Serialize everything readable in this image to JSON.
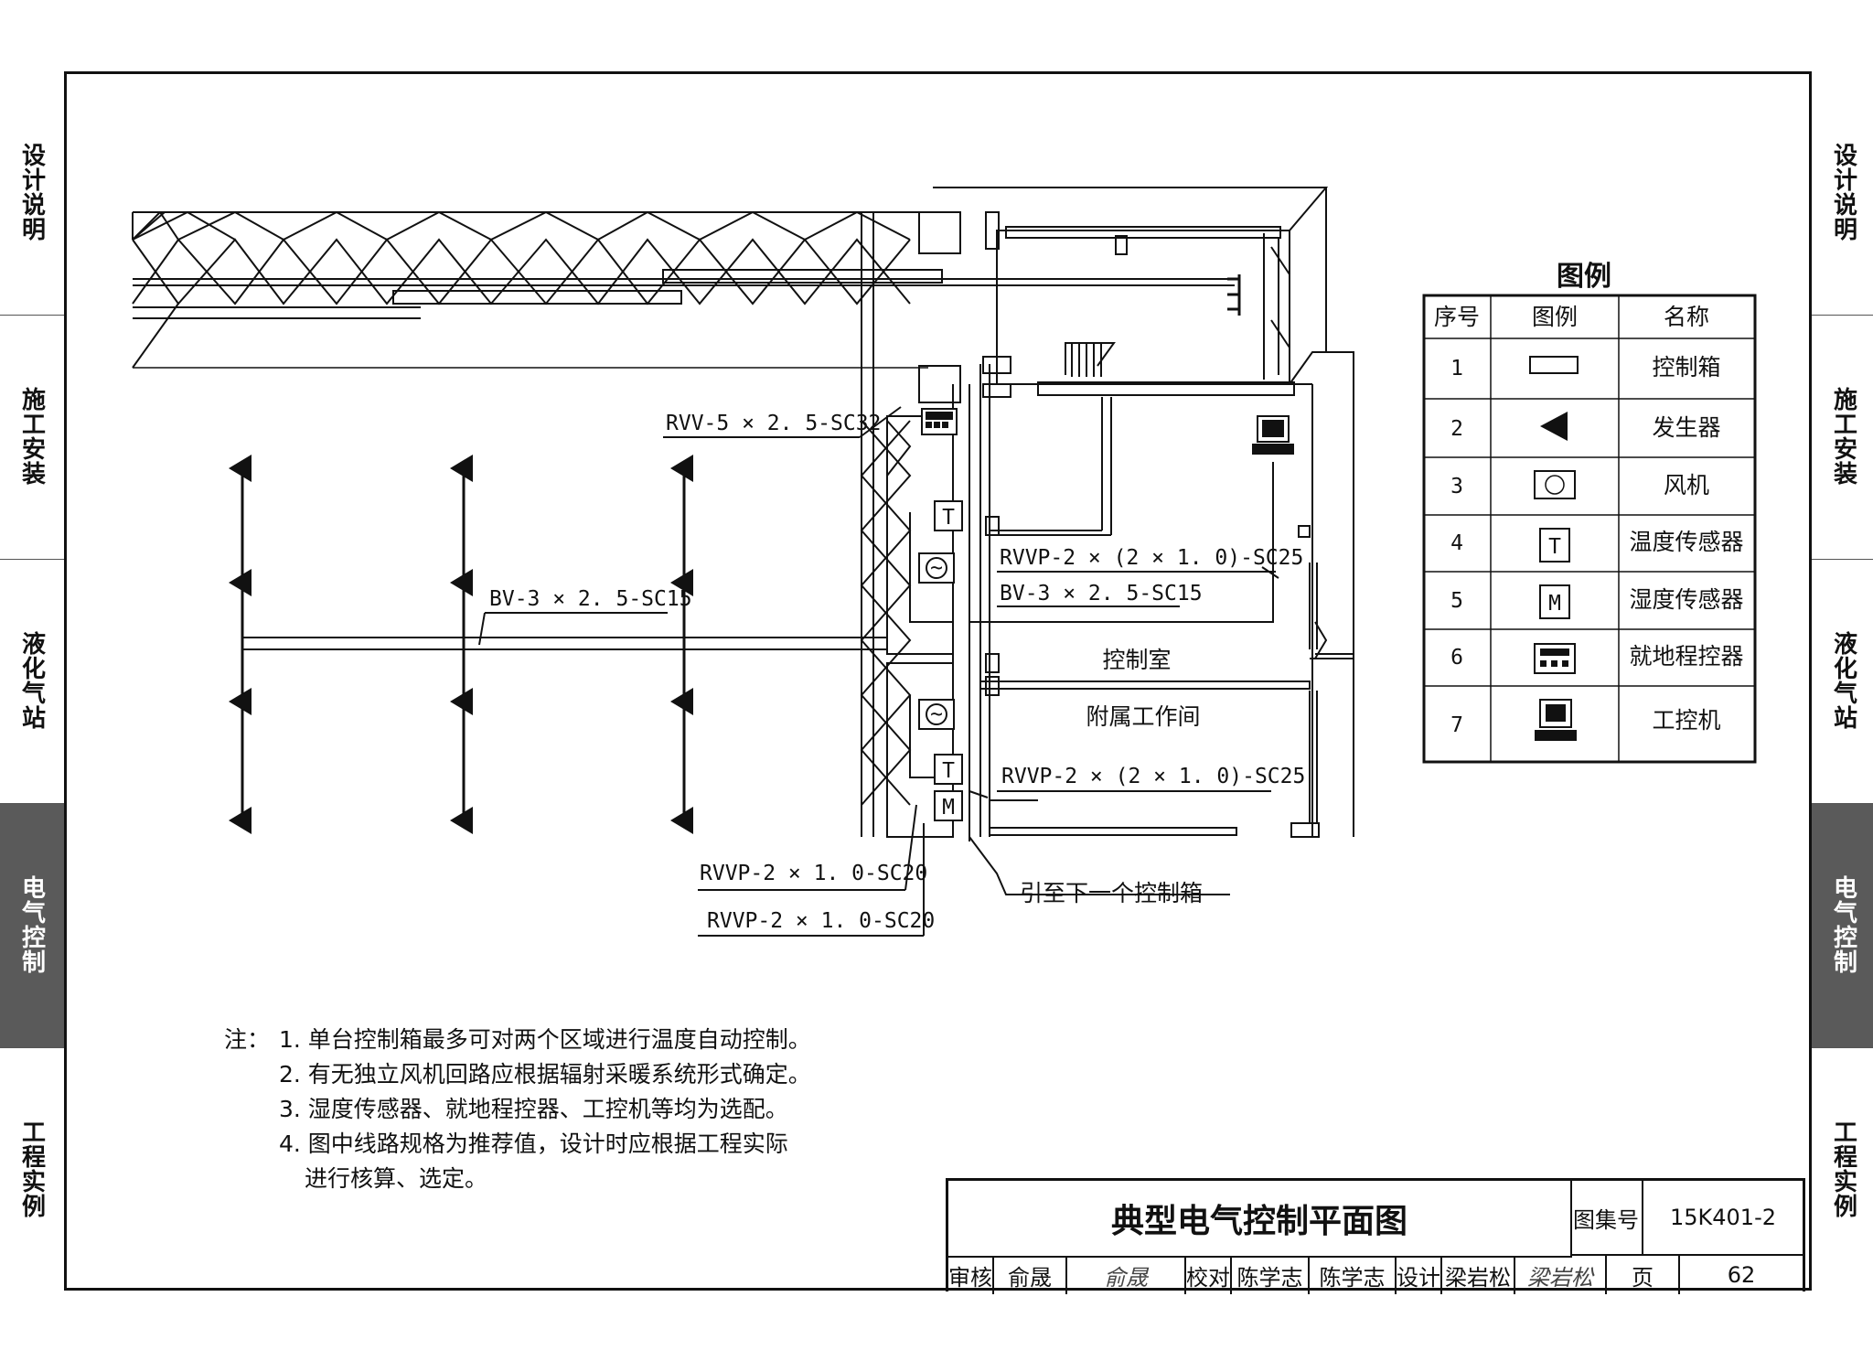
{
  "side_tabs": [
    {
      "label": "设计说明",
      "active": false
    },
    {
      "label": "施工安装",
      "active": false
    },
    {
      "label": "液化气站",
      "active": false
    },
    {
      "label": "电气控制",
      "active": true
    },
    {
      "label": "工程实例",
      "active": false
    }
  ],
  "diagram": {
    "cable_labels": {
      "rvv_main": "RVV-5 × 2. 5-SC32",
      "bv_field": "BV-3 × 2. 5-SC15",
      "rvvp_upper": "RVVP-2 × (2 × 1. 0)-SC25",
      "bv_room": "BV-3 × 2. 5-SC15",
      "rvvp_lower": "RVVP-2 × (2 × 1. 0)-SC25",
      "rvvp_a": "RVVP-2 × 1. 0-SC20",
      "rvvp_b": "RVVP-2 × 1. 0-SC20"
    },
    "room_labels": {
      "control_room": "控制室",
      "aux_room": "附属工作间",
      "next_box": "引至下一个控制箱"
    },
    "symbol_letters": {
      "temp": "T",
      "humidity": "M"
    }
  },
  "legend": {
    "title": "图例",
    "headers": [
      "序号",
      "图例",
      "名称"
    ],
    "rows": [
      {
        "no": "1",
        "icon": "control-box-icon",
        "name": "控制箱"
      },
      {
        "no": "2",
        "icon": "generator-icon",
        "name": "发生器"
      },
      {
        "no": "3",
        "icon": "fan-icon",
        "name": "风机"
      },
      {
        "no": "4",
        "icon": "temperature-sensor-icon",
        "name": "温度传感器",
        "letter": "T"
      },
      {
        "no": "5",
        "icon": "humidity-sensor-icon",
        "name": "湿度传感器",
        "letter": "M"
      },
      {
        "no": "6",
        "icon": "local-controller-icon",
        "name": "就地程控器"
      },
      {
        "no": "7",
        "icon": "industrial-computer-icon",
        "name": "工控机"
      }
    ]
  },
  "notes": {
    "lead": "注：",
    "items": [
      "1. 单台控制箱最多可对两个区域进行温度自动控制。",
      "2. 有无独立风机回路应根据辐射采暖系统形式确定。",
      "3. 湿度传感器、就地程控器、工控机等均为选配。",
      "4. 图中线路规格为推荐值，设计时应根据工程实际",
      "进行核算、选定。"
    ]
  },
  "title_block": {
    "title": "典型电气控制平面图",
    "atlas_label": "图集号",
    "atlas_no": "15K401-2",
    "review_label": "审核",
    "reviewer": "俞晟",
    "reviewer_sig": "俞晟",
    "check_label": "校对",
    "checker": "陈学志",
    "checker_sig": "陈学志",
    "design_label": "设计",
    "designer": "梁岩松",
    "designer_sig": "梁岩松",
    "page_label": "页",
    "page_no": "62"
  }
}
